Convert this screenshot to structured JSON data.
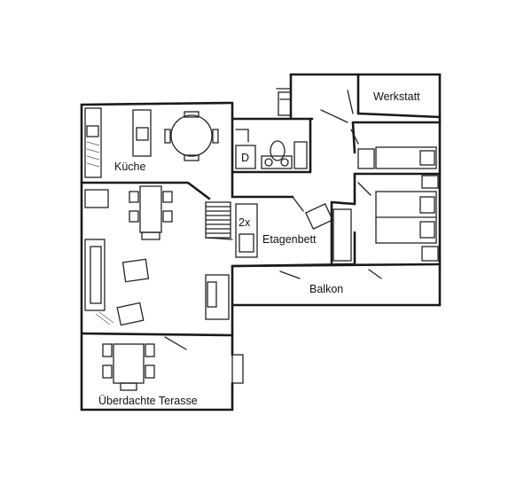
{
  "rooms": {
    "kueche": "Küche",
    "werkstatt": "Werkstatt",
    "etagenbett": "Etagenbett",
    "balkon": "Balkon",
    "terasse": "Überdachte Terasse"
  },
  "fixtures": {
    "shower": "D",
    "bunk_count": "2x"
  }
}
